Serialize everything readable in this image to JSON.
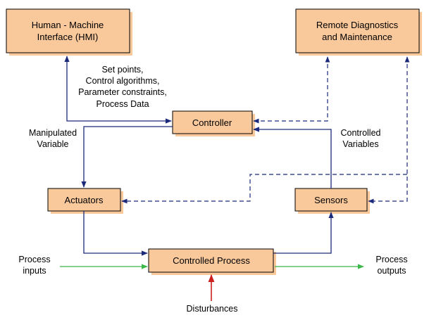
{
  "boxes": {
    "hmi": {
      "line1": "Human - Machine",
      "line2": "Interface (HMI)"
    },
    "remote": {
      "line1": "Remote Diagnostics",
      "line2": "and Maintenance"
    },
    "controller": {
      "label": "Controller"
    },
    "actuators": {
      "label": "Actuators"
    },
    "sensors": {
      "label": "Sensors"
    },
    "process": {
      "label": "Controlled Process"
    }
  },
  "labels": {
    "hmi_data": [
      "Set points,",
      "Control algorithms,",
      "Parameter constraints,",
      "Process Data"
    ],
    "manipulated": [
      "Manipulated",
      "Variable"
    ],
    "controlled": [
      "Controlled",
      "Variables"
    ],
    "process_inputs": [
      "Process",
      "inputs"
    ],
    "process_outputs": [
      "Process",
      "outputs"
    ],
    "disturbances": "Disturbances"
  },
  "colors": {
    "box_fill": "#f9c89b",
    "box_shadow": "#8a8a8a",
    "signal_line": "#1b2a7a",
    "io_line": "#3cb84a",
    "disturbance_line": "#cc1f1f"
  }
}
